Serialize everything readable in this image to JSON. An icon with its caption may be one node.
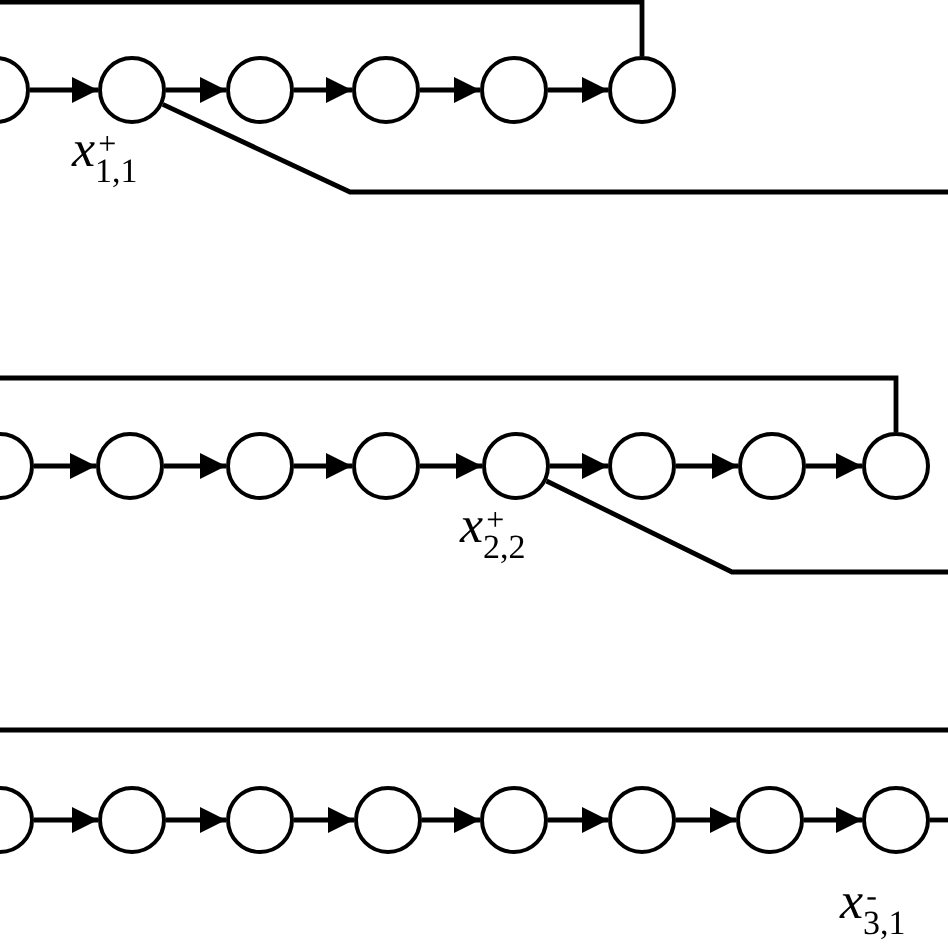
{
  "diagram": {
    "nodes": [
      {
        "text": [],
        "shape": "circle"
      },
      {
        "text": [],
        "shape": "circle"
      },
      {
        "text": [],
        "shape": "circle"
      },
      {
        "text": [],
        "shape": "circle"
      },
      {
        "text": [],
        "shape": "circle"
      },
      {
        "text": [],
        "shape": "circle"
      },
      {
        "text": [],
        "shape": "circle"
      },
      {
        "text": [],
        "shape": "circle"
      },
      {
        "text": [],
        "shape": "circle"
      },
      {
        "text": [],
        "shape": "circle"
      },
      {
        "text": [],
        "shape": "circle"
      },
      {
        "text": [],
        "shape": "circle"
      },
      {
        "text": [],
        "shape": "circle"
      },
      {
        "text": [],
        "shape": "circle"
      },
      {
        "text": [],
        "shape": "circle"
      },
      {
        "text": [],
        "shape": "circle"
      },
      {
        "text": [],
        "shape": "circle"
      },
      {
        "text": [],
        "shape": "circle"
      },
      {
        "text": [],
        "shape": "circle"
      },
      {
        "text": [],
        "shape": "circle"
      },
      {
        "text": [],
        "shape": "circle"
      },
      {
        "text": [],
        "shape": "circle"
      }
    ],
    "edges": [
      {
        "from": 0,
        "to": 1,
        "arrow": "to"
      },
      {
        "from": 1,
        "to": 2,
        "arrow": "to"
      },
      {
        "from": 2,
        "to": 3,
        "arrow": "to"
      },
      {
        "from": 3,
        "to": 4,
        "arrow": "to"
      },
      {
        "from": 4,
        "to": 5,
        "arrow": "to"
      },
      {
        "from": null,
        "to": 5,
        "arrow": "none"
      },
      {
        "from": 1,
        "to": null,
        "arrow": "none"
      },
      {
        "from": 6,
        "to": 7,
        "arrow": "to"
      },
      {
        "from": 7,
        "to": 8,
        "arrow": "to"
      },
      {
        "from": 8,
        "to": 9,
        "arrow": "to"
      },
      {
        "from": 9,
        "to": 10,
        "arrow": "to"
      },
      {
        "from": 10,
        "to": 11,
        "arrow": "to"
      },
      {
        "from": 11,
        "to": 12,
        "arrow": "to"
      },
      {
        "from": 12,
        "to": 13,
        "arrow": "to"
      },
      {
        "from": null,
        "to": 13,
        "arrow": "none"
      },
      {
        "from": 10,
        "to": null,
        "arrow": "none"
      },
      {
        "from": 14,
        "to": 15,
        "arrow": "to"
      },
      {
        "from": 15,
        "to": 16,
        "arrow": "to"
      },
      {
        "from": 16,
        "to": 17,
        "arrow": "to"
      },
      {
        "from": 17,
        "to": 18,
        "arrow": "to"
      },
      {
        "from": 18,
        "to": 19,
        "arrow": "to"
      },
      {
        "from": 19,
        "to": 20,
        "arrow": "to"
      },
      {
        "from": 20,
        "to": 21,
        "arrow": "to"
      },
      {
        "from": 21,
        "to": null,
        "arrow": "none"
      }
    ],
    "labels": [
      "*x*$^{+}$$_{1,1}$",
      "*x*$^{+}$$_{2,2}$",
      "*x*$^{-}$$_{3,1}$"
    ]
  }
}
